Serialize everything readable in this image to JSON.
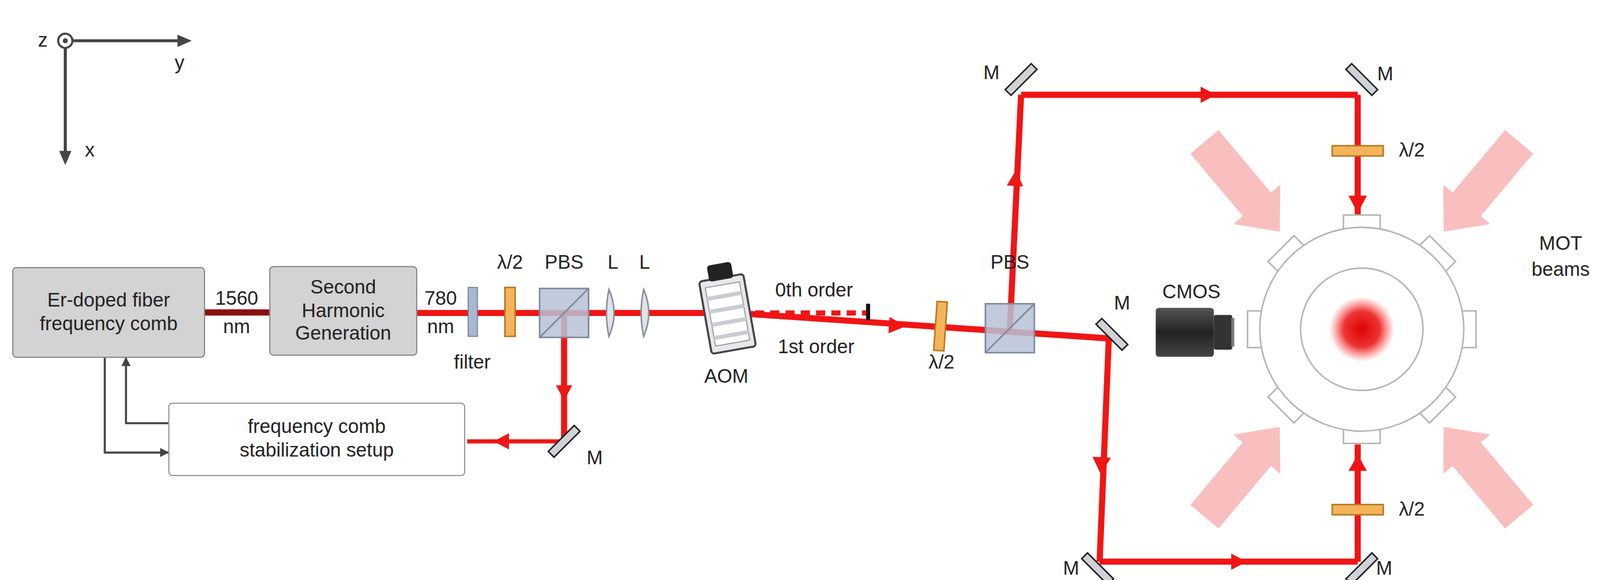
{
  "diagram": {
    "nodes": [
      {
        "text": [
          "Er-doped fiber frequency comb"
        ]
      },
      {
        "text": [
          "Second Harmonic Generation"
        ]
      },
      {
        "text": [
          "frequency comb stabilization setup"
        ]
      }
    ],
    "edges": [
      {
        "from": 0,
        "to": 1,
        "arrow": "none"
      },
      {
        "from": 0,
        "to": 2,
        "arrow": "to"
      },
      {
        "from": 2,
        "to": 0,
        "arrow": "to"
      }
    ],
    "labels": [
      "z",
      "y",
      "x",
      "1560 nm",
      "780 nm",
      "filter",
      "λ/2",
      "PBS",
      "L",
      "L",
      "M",
      "AOM",
      "0th order",
      "1st order",
      "λ/2",
      "PBS",
      "M",
      "M",
      "λ/2",
      "M",
      "CMOS",
      "MOT beams",
      "λ/2",
      "M",
      "M"
    ]
  }
}
